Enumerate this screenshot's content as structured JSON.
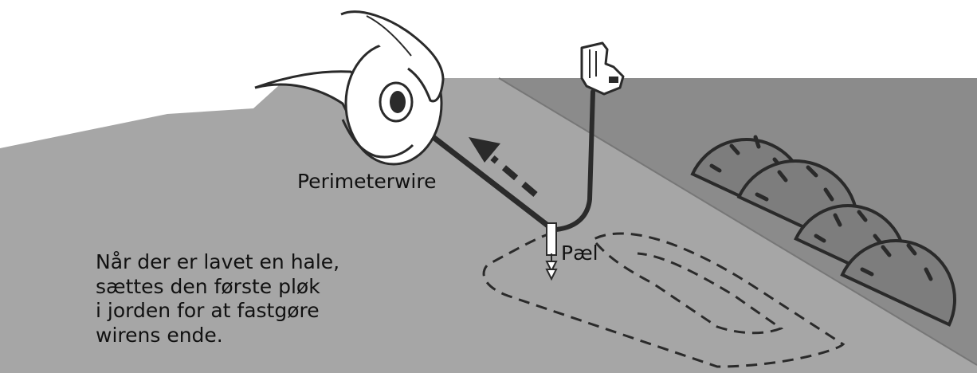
{
  "labels": {
    "wire": "Perimeterwire",
    "stake": "Pæl"
  },
  "caption": {
    "lines": [
      "Når der er lavet en hale,",
      "sættes den første pløk",
      "i jorden for at fastgøre",
      "wirens ende."
    ]
  },
  "colors": {
    "background": "#ffffff",
    "lawn": "#a6a6a6",
    "hedge_strip": "#8b8b8b",
    "bushes": "#7d7d7d",
    "outline": "#2a2a2a",
    "wire": "#2b2b2b",
    "hand": "#ffffff"
  },
  "icons": [
    "hand-with-wire-spool-icon",
    "connector-plug-icon",
    "arrow-icon",
    "stake-icon",
    "bush-icon"
  ]
}
